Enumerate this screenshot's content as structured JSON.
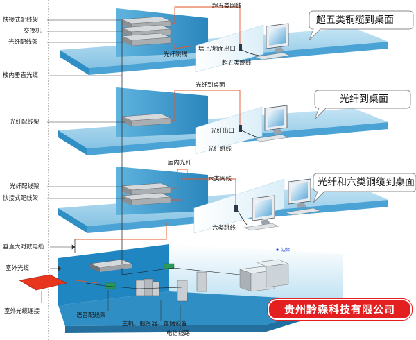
{
  "floors": {
    "top": {
      "callout": "超五类铜缆到桌面",
      "labels": {
        "quick_patch_panel": "快接式配线架",
        "switch": "交换机",
        "fiber_patch_panel": "光纤配线架",
        "cat5e_cable": "超五类网线",
        "fiber_jumper": "光纤跳线",
        "wall_outlet": "墙上/地面出口",
        "cat5e_jumper": "超五类跳线"
      }
    },
    "middle": {
      "callout": "光纤到桌面",
      "labels": {
        "fiber_to_desk": "光纤到桌面",
        "fiber_patch_panel": "光纤配线架",
        "fiber_outlet": "光纤出口",
        "fiber_jumper": "光纤跳线"
      }
    },
    "lower": {
      "callout": "光纤和六类铜缆到桌面",
      "labels": {
        "indoor_fiber": "室内光纤",
        "cat6_cable": "六类网线",
        "fiber_patch_panel": "光纤配线架",
        "quick_patch_panel": "快接式配线架",
        "cat6_jumper": "六类跳线"
      }
    },
    "basement": {
      "labels": {
        "vertical_backbone_cable": "垂直大对数电缆",
        "outdoor_fiber": "室外光缆",
        "outdoor_fiber_connection": "室外光缆连接",
        "voice_patch_panel": "语音配线架",
        "hosts_servers_storage": "主机、服务器、存储设备",
        "telecom_line": "电信线路",
        "marker": "边缘"
      }
    }
  },
  "riser": {
    "label": "楼内垂直光缆"
  },
  "company_name": "贵州黔森科技有限公司",
  "colors": {
    "floor_top": "#8ec7e6",
    "floor_side": "#2f8fc4",
    "wall": "#3d9fd1",
    "partition": "#ffffff",
    "fiber_line": "#e0552a",
    "riser_line": "#333333",
    "company_bg": "#e41f1f"
  }
}
